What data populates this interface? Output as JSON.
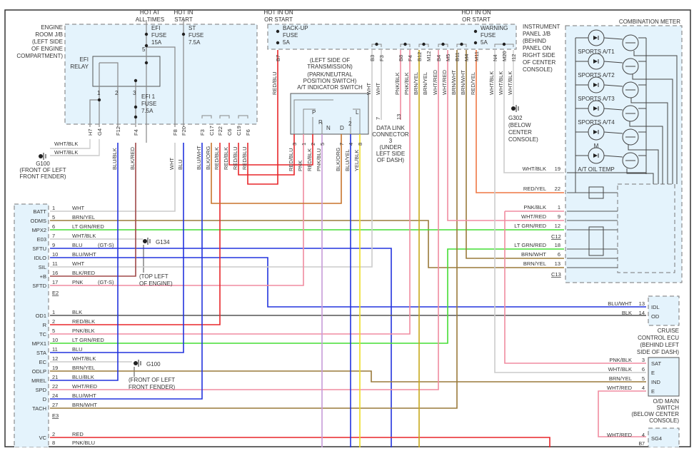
{
  "diagram": {
    "title": "A/T indicator and ECM transmission wiring diagram",
    "power_sources": {
      "efi": "HOT AT ALL TIMES",
      "st": "HOT IN START",
      "backup": "HOT IN ON OR START",
      "warning": "HOT IN ON OR START"
    },
    "engine_room_jb": {
      "label": "ENGINE ROOM J/B (LEFT SIDE OF ENGINE COMPARTMENT)",
      "label_lines": [
        "ENGINE",
        "ROOM J/B",
        "(LEFT SIDE",
        "OF ENGINE",
        "COMPARTMENT)"
      ],
      "efi_fuse": [
        "EFI",
        "FUSE",
        "15A"
      ],
      "st_fuse": [
        "ST",
        "FUSE",
        "7.5A"
      ],
      "efi1_fuse": [
        "EFI 1",
        "FUSE",
        "7.5A"
      ],
      "relay": [
        "EFI",
        "RELAY"
      ],
      "relay_pins": [
        "1",
        "2",
        "3",
        "5"
      ],
      "connectors": [
        "H7",
        "G4",
        "F12",
        "F4",
        "F8",
        "F20",
        "F3",
        "C17",
        "F22",
        "C6",
        "C19",
        "F6"
      ],
      "wires": [
        "BLU/BLK",
        "BLK/RED",
        "WHT",
        "BLU",
        "BLU/WHT",
        "BLK/ORG",
        "RED/BLK",
        "RED/BLK",
        "RED/BLU",
        "RED/BLU"
      ]
    },
    "g100_top": {
      "wires": [
        "WHT/BLK",
        "WHT/BLK"
      ],
      "label": [
        "G100",
        "(FRONT OF LEFT",
        "FRONT FENDER)"
      ]
    },
    "instrument_panel_jb": {
      "label_lines": [
        "INSTRUMENT",
        "PANEL J/B",
        "(BEHIND",
        "PANEL ON",
        "RIGHT SIDE",
        "OF CENTER",
        "CONSOLE)"
      ],
      "backup_fuse": [
        "BACK-UP",
        "FUSE",
        "5A"
      ],
      "warning_fuse": [
        "WARNING",
        "FUSE",
        "5A"
      ],
      "connectors": [
        "B7",
        "B3",
        "F3",
        "B8",
        "F4",
        "B12",
        "M12",
        "B4",
        "M5",
        "B11",
        "M4",
        "M11",
        "N4",
        "M20",
        "I12"
      ],
      "wires": [
        "RED/BLU",
        "WHT",
        "WHT",
        "PNK/BLK",
        "PNK/BLK",
        "BRN/YEL",
        "BRN/YEL",
        "WHT/RED",
        "WHT/RED",
        "BRN/WHT",
        "BRN/WHT",
        "RED/YEL",
        "WHT/BLK",
        "WHT/BLK",
        "WHT/BLK"
      ]
    },
    "g302": [
      "G302",
      "(BELOW",
      "CENTER",
      "CONSOLE)"
    ],
    "at_switch": {
      "label_lines": [
        "(LEFT SIDE OF",
        "TRANSMISSION)",
        "(PARK/NEUTRAL",
        "POSITION SWITCH)",
        "A/T INDICATOR SWITCH"
      ],
      "positions": [
        "P",
        "R",
        "N",
        "D",
        "2",
        "L"
      ],
      "pins": [
        "3",
        "1",
        "2",
        "5",
        "7",
        "4",
        "8"
      ],
      "wires": [
        "RED/BLU",
        "PNK",
        "RED/BLK",
        "PNK/BLU",
        "BLK/ORG",
        "BLU/YEL",
        "YEL/BLK"
      ]
    },
    "dlc": {
      "label_lines": [
        "DATA LINK",
        "CONNECTOR",
        "3",
        "(UNDER",
        "LEFT SIDE",
        "OF DASH)"
      ],
      "pins": [
        "7",
        "13"
      ]
    },
    "combination_meter": {
      "label": "COMBINATION METER",
      "indicators": [
        "SPORTS A/T1",
        "SPORTS A/T2",
        "SPORTS A/T3",
        "SPORTS A/T4",
        "M",
        "A/T OIL TEMP"
      ],
      "pins": [
        {
          "wire": "WHT/BLK",
          "pin": "19"
        },
        {
          "wire": "RED/YEL",
          "pin": "22"
        },
        {
          "wire": "PNK/BLK",
          "pin": "1"
        },
        {
          "wire": "WHT/RED",
          "pin": "9"
        },
        {
          "wire": "LT GRN/RED",
          "pin": "12"
        },
        {
          "wire": "LT GRN/RED",
          "pin": "18"
        },
        {
          "wire": "BRN/WHT",
          "pin": "6"
        },
        {
          "wire": "BRN/YEL",
          "pin": "13"
        }
      ],
      "connectors": [
        "C12",
        "C13"
      ]
    },
    "ecm": {
      "e2": {
        "name": "E2",
        "rows": [
          {
            "term": "BATT",
            "pin": "1",
            "wire": "WHT",
            "note": ""
          },
          {
            "term": "ODMS",
            "pin": "5",
            "wire": "BRN/YEL",
            "note": ""
          },
          {
            "term": "MPX2",
            "pin": "6",
            "wire": "LT GRN/RED",
            "note": ""
          },
          {
            "term": "E03",
            "pin": "7",
            "wire": "WHT/BLK",
            "note": ""
          },
          {
            "term": "SFTU",
            "pin": "9",
            "wire": "BLU",
            "note": "(GT-S)"
          },
          {
            "term": "IDLO",
            "pin": "10",
            "wire": "BLU/WHT",
            "note": ""
          },
          {
            "term": "SIL",
            "pin": "11",
            "wire": "WHT",
            "note": ""
          },
          {
            "term": "+B",
            "pin": "16",
            "wire": "BLK/RED",
            "note": ""
          },
          {
            "term": "SFTD",
            "pin": "17",
            "wire": "PNK",
            "note": "(GT-S)"
          }
        ]
      },
      "e3": {
        "name": "E3",
        "rows": [
          {
            "term": "OD1",
            "pin": "1",
            "wire": "BLK"
          },
          {
            "term": "R",
            "pin": "2",
            "wire": "RED/BLK"
          },
          {
            "term": "TC",
            "pin": "5",
            "wire": "PNK/BLK"
          },
          {
            "term": "MPX1",
            "pin": "10",
            "wire": "LT GRN/RED"
          },
          {
            "term": "STA",
            "pin": "11",
            "wire": "BLU"
          },
          {
            "term": "EC",
            "pin": "12",
            "wire": "WHT/BLK"
          },
          {
            "term": "ODLP",
            "pin": "19",
            "wire": "BRN/YEL"
          },
          {
            "term": "MREL",
            "pin": "21",
            "wire": "BLU/BLK"
          },
          {
            "term": "SPD",
            "pin": "22",
            "wire": "WHT/RED"
          },
          {
            "term": "D",
            "pin": "24",
            "wire": "BLU/WHT"
          },
          {
            "term": "TACH",
            "pin": "27",
            "wire": "BRN/WHT"
          }
        ]
      },
      "e4": {
        "rows": [
          {
            "term": "VC",
            "pin": "2",
            "wire": "RED"
          },
          {
            "term": "",
            "pin": "8",
            "wire": "PNK/BLU"
          }
        ]
      }
    },
    "g134": {
      "name": "G134",
      "location": [
        "(TOP LEFT",
        "OF ENGINE)"
      ]
    },
    "g100_mid": {
      "name": "G100",
      "location": [
        "(FRONT OF LEFT",
        "FRONT FENDER)"
      ]
    },
    "cruise_ecu": {
      "label_lines": [
        "CRUISE",
        "CONTROL ECU",
        "(BEHIND LEFT",
        "SIDE OF DASH)"
      ],
      "pins": [
        {
          "wire": "BLU/WHT",
          "pin": "13",
          "term": "IDL"
        },
        {
          "wire": "BLK",
          "pin": "14",
          "term": "OD"
        }
      ]
    },
    "od_switch": {
      "label_lines": [
        "O/D MAIN",
        "SWITCH",
        "(BELOW CENTER",
        "CONSOLE)"
      ],
      "pins": [
        {
          "wire": "PNK/BLK",
          "pin": "3",
          "term": "SAT"
        },
        {
          "wire": "WHT/BLK",
          "pin": "6",
          "term": "E"
        },
        {
          "wire": "BRN/YEL",
          "pin": "5",
          "term": "IND"
        },
        {
          "wire": "WHT/RED",
          "pin": "4",
          "term": "E"
        }
      ]
    },
    "bottom_right": {
      "wire": "WHT/RED",
      "pin": "4",
      "term": "SG4",
      "connector": "B7"
    },
    "colors": {
      "panel_fill": "#e4f3fc",
      "dash": "#777777",
      "red": "#e8262a",
      "blue": "#2233dd",
      "pink": "#f08ca0",
      "green": "#44dd33",
      "brown": "#9a7a3a",
      "yellow": "#eedd22",
      "white_wire": "#cccccc",
      "gray": "#888888",
      "orange": "#ee7744",
      "black": "#555555"
    }
  }
}
